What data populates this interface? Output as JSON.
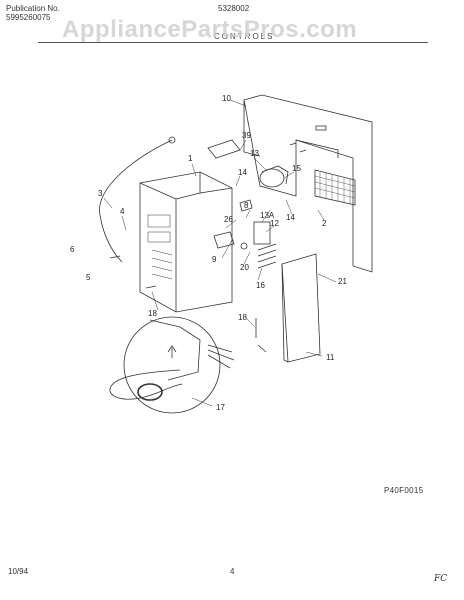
{
  "header": {
    "publication_label": "Publication No.",
    "publication_number": "5995260075",
    "model_number": "5328002",
    "section_title": "CONTROLS",
    "watermark": "AppliancePartsPros.com"
  },
  "diagram": {
    "callouts": [
      "10",
      "39",
      "13",
      "15",
      "1",
      "14",
      "3",
      "4",
      "8",
      "26",
      "12",
      "13A",
      "14",
      "2",
      "6",
      "5",
      "9",
      "20",
      "21",
      "16",
      "18",
      "18",
      "11",
      "17"
    ],
    "figure_code": "P40F0015"
  },
  "footer": {
    "date": "10/94",
    "page": "4",
    "initials": "FC"
  }
}
